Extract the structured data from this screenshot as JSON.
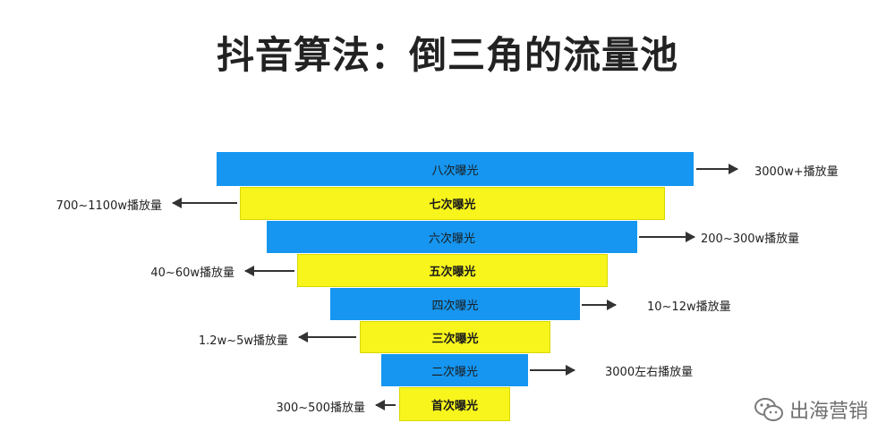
{
  "title": "抖音算法：倒三角的流量池",
  "tiers": [
    {
      "label": "八次曝光",
      "color": "#1696f0",
      "side": "right",
      "annotation": "3000w+播放量"
    },
    {
      "label": "七次曝光",
      "color": "#f7f51c",
      "side": "left",
      "annotation": "700~1100w播放量"
    },
    {
      "label": "六次曝光",
      "color": "#1696f0",
      "side": "right",
      "annotation": "200~300w播放量"
    },
    {
      "label": "五次曝光",
      "color": "#f7f51c",
      "side": "left",
      "annotation": "40~60w播放量"
    },
    {
      "label": "四次曝光",
      "color": "#1696f0",
      "side": "right",
      "annotation": "10~12w播放量"
    },
    {
      "label": "三次曝光",
      "color": "#f7f51c",
      "side": "left",
      "annotation": "1.2w~5w播放量"
    },
    {
      "label": "二次曝光",
      "color": "#1696f0",
      "side": "right",
      "annotation": "3000左右播放量"
    },
    {
      "label": "首次曝光",
      "color": "#f7f51c",
      "side": "left",
      "annotation": "300~500播放量"
    }
  ],
  "watermark": {
    "text": "出海营销",
    "icon": "wechat-icon"
  }
}
